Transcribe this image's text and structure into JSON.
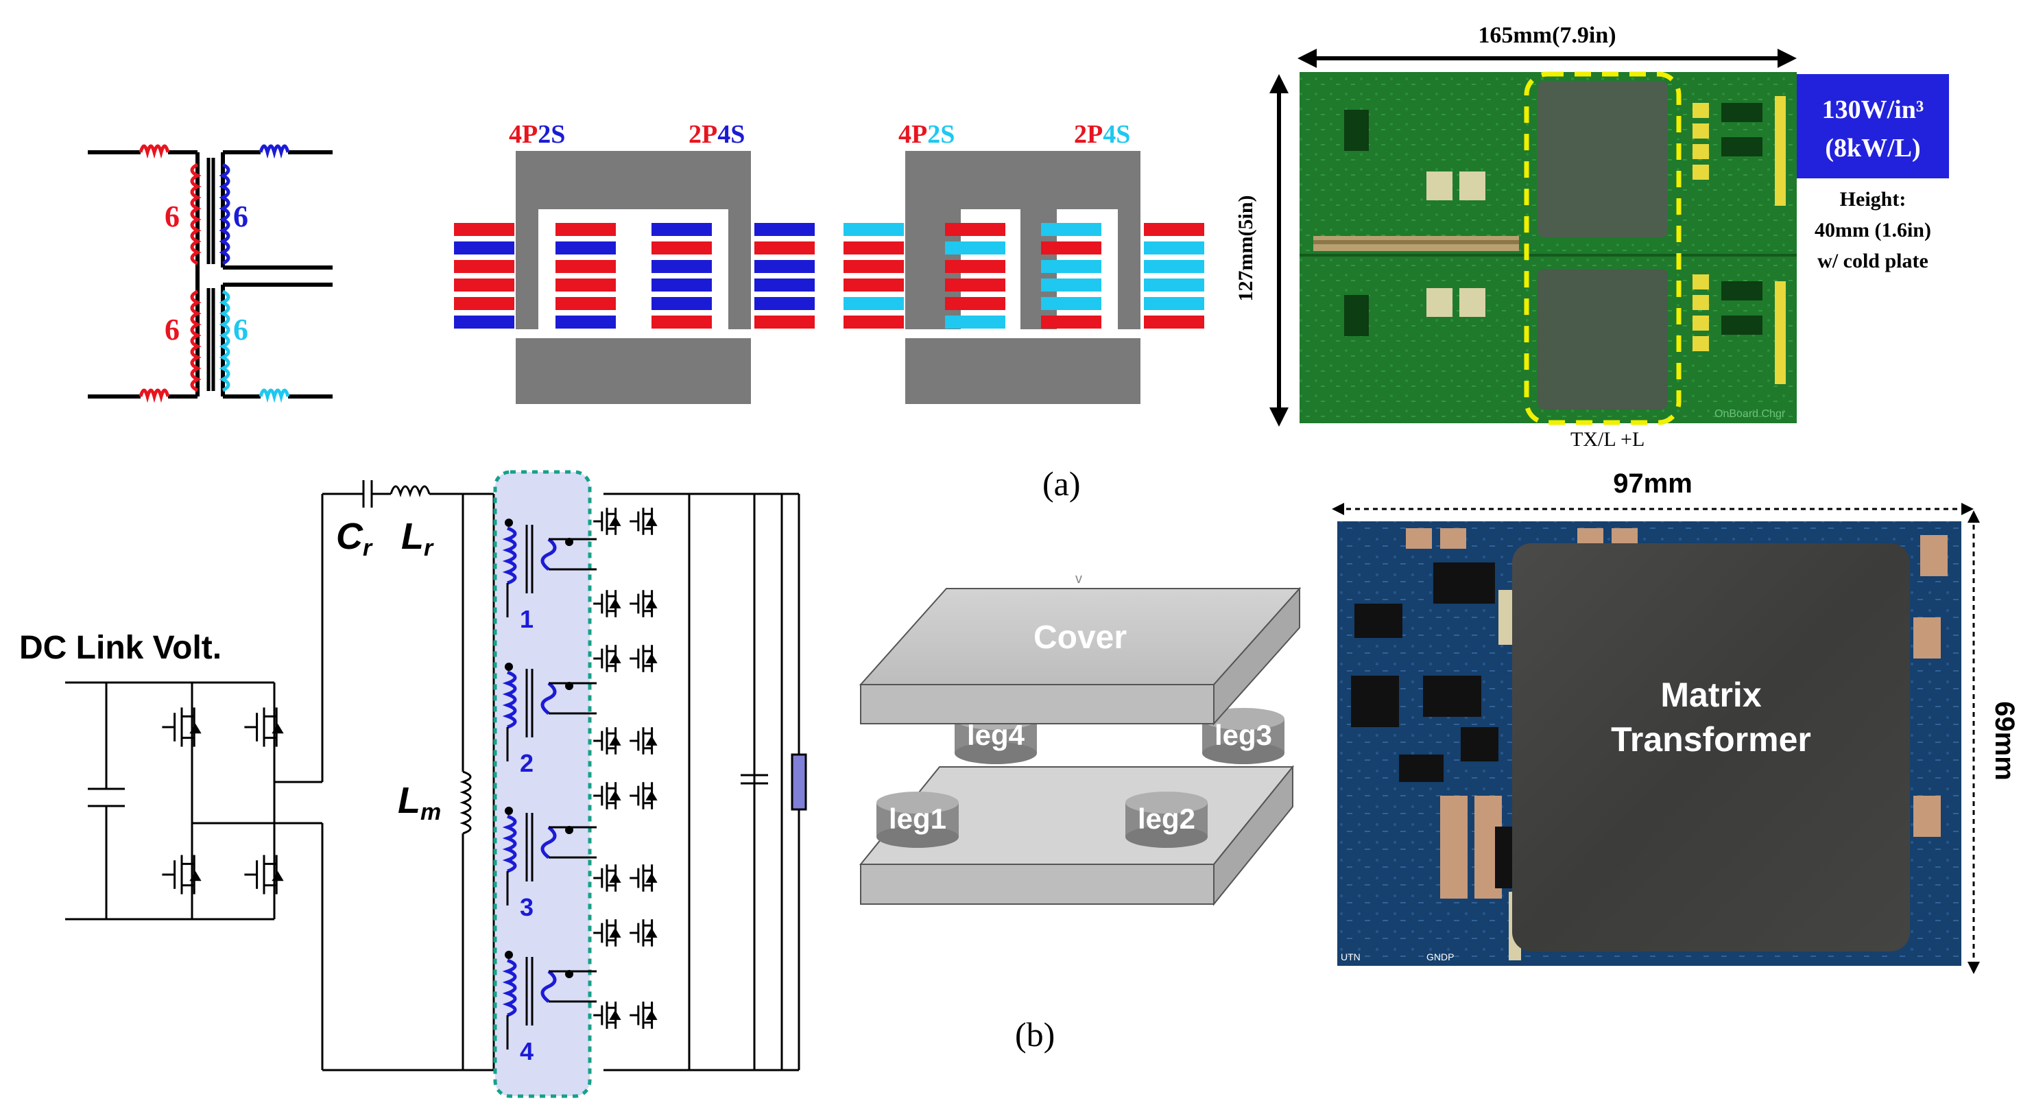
{
  "colors": {
    "red": "#e8141f",
    "blue": "#1b1bd6",
    "cyan": "#1ec8f0",
    "core": "#7a7a7a",
    "pcb_green": "#1f7a2c",
    "pcb_blue": "#16406e",
    "highlight_box": "#2222dd",
    "dashed_yellow": "#f0f000",
    "dashed_teal": "#17a08a",
    "shaded_region": "#d8dcf5"
  },
  "panel_a": {
    "caption": "(a)",
    "schematic": {
      "turns": [
        "6",
        "6",
        "6",
        "6"
      ]
    },
    "core_left": {
      "label_left": {
        "p1": "4P",
        "p2": "2S"
      },
      "label_right": {
        "p1": "2P",
        "p2": "4S"
      }
    },
    "core_right": {
      "label_left": {
        "p1": "4P",
        "p2": "2S"
      },
      "label_right": {
        "p1": "2P",
        "p2": "4S"
      }
    },
    "photo": {
      "width_dim": "165mm(7.9in)",
      "height_dim": "127mm(5in)",
      "density_line1": "130W/in³",
      "density_line2": "(8kW/L)",
      "height_note": [
        "Height:",
        "40mm (1.6in)",
        "w/ cold plate"
      ],
      "cut_label": "TX/L +L",
      "silk": "OnBoard Chgr"
    }
  },
  "panel_b": {
    "caption": "(b)",
    "circuit": {
      "dc_link": "DC Link Volt.",
      "cr_main": "C",
      "cr_sub": "r",
      "lr_main": "L",
      "lr_sub": "r",
      "lm_main": "L",
      "lm_sub": "m",
      "winding_numbers": [
        "1",
        "2",
        "3",
        "4"
      ]
    },
    "core3d": {
      "cover": "Cover",
      "legs": [
        "leg4",
        "leg3",
        "leg1",
        "leg2"
      ]
    },
    "photo": {
      "width_dim": "97mm",
      "height_dim": "69mm",
      "title_line1": "Matrix",
      "title_line2": "Transformer",
      "silk": [
        "UTN",
        "GNDP"
      ]
    }
  }
}
